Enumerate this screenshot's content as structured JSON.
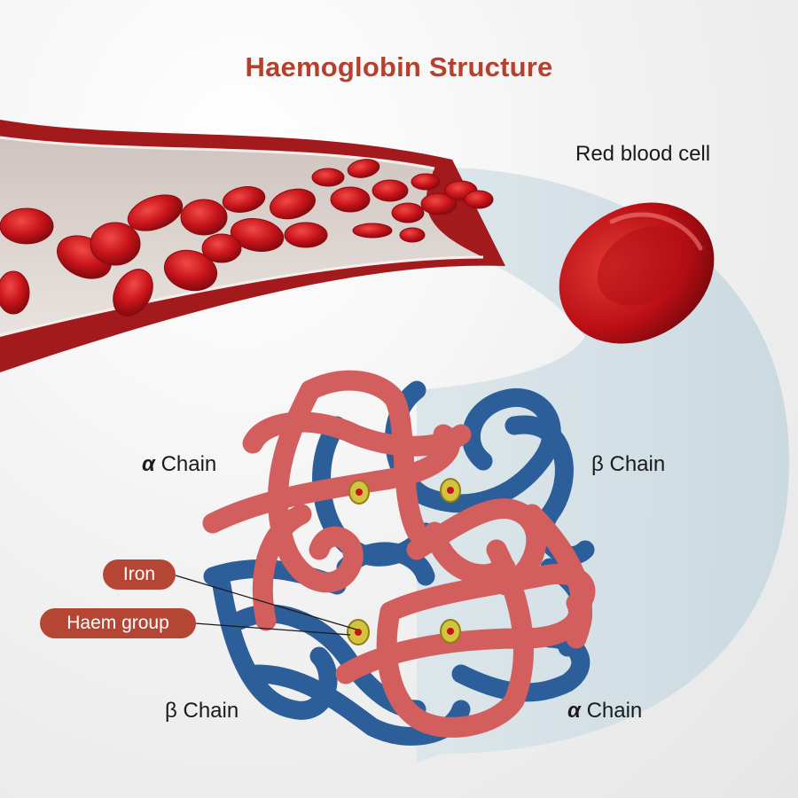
{
  "title": "Haemoglobin Structure",
  "labels": {
    "red_blood_cell": "Red blood cell",
    "alpha_chain_left": {
      "symbol": "α",
      "text": "Chain"
    },
    "beta_chain_right": {
      "symbol": "β",
      "text": "Chain"
    },
    "beta_chain_left": {
      "symbol": "β",
      "text": "Chain"
    },
    "alpha_chain_right": {
      "symbol": "α",
      "text": "Chain"
    },
    "iron": "Iron",
    "haem_group": "Haem group"
  },
  "colors": {
    "title": "#b5402c",
    "alpha_chain": "#d25e5e",
    "beta_chain": "#2c5e99",
    "blood_cell": "#c8141b",
    "haem": "#d4c33c",
    "callout_pill": "#b54634",
    "background_band": "#cfdde3"
  }
}
